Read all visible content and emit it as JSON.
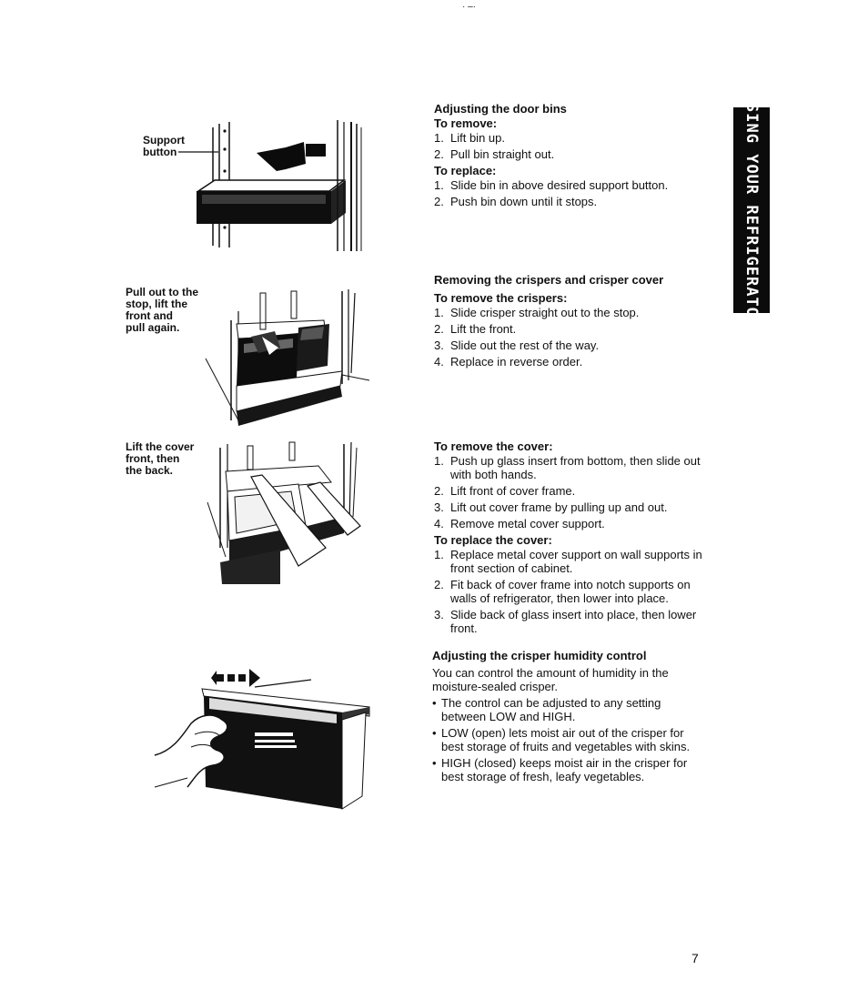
{
  "top_mark": "· –·",
  "side_tab": "USING YOUR REFRIGERATOR",
  "page_number": "7",
  "illustrations": {
    "door_bin": {
      "caption_line1": "Support",
      "caption_line2": "button"
    },
    "crispers": {
      "caption": [
        "Pull out to the",
        "stop, lift the",
        "front and",
        "pull again."
      ]
    },
    "cover": {
      "caption": [
        "Lift the cover",
        "front, then",
        "the back."
      ]
    },
    "humidity_control": {}
  },
  "sections": {
    "door_bins": {
      "title": "Adjusting the door bins",
      "remove_heading": "To remove:",
      "remove_steps": [
        {
          "num": "1.",
          "text": "Lift bin up."
        },
        {
          "num": "2.",
          "text": "Pull bin straight out."
        }
      ],
      "replace_heading": "To replace:",
      "replace_steps": [
        {
          "num": "1.",
          "text": "Slide bin in above desired support button."
        },
        {
          "num": "2.",
          "text": "Push bin down until it stops."
        }
      ]
    },
    "crispers": {
      "title": "Removing the crispers and crisper cover",
      "remove_heading": "To remove the crispers:",
      "remove_steps": [
        {
          "num": "1.",
          "text": "Slide crisper straight out to the stop."
        },
        {
          "num": "2.",
          "text": "Lift the front."
        },
        {
          "num": "3.",
          "text": "Slide out the rest of the way."
        },
        {
          "num": "4.",
          "text": "Replace in reverse order."
        }
      ]
    },
    "cover": {
      "remove_heading": "To remove the cover:",
      "remove_steps": [
        {
          "num": "1.",
          "text": "Push up glass insert from bottom, then slide out with both hands."
        },
        {
          "num": "2.",
          "text": "Lift front of cover frame."
        },
        {
          "num": "3.",
          "text": "Lift out cover frame by pulling up and out."
        },
        {
          "num": "4.",
          "text": "Remove metal cover support."
        }
      ],
      "replace_heading": "To replace the cover:",
      "replace_steps": [
        {
          "num": "1.",
          "text": "Replace metal cover support on wall supports in front section of cabinet."
        },
        {
          "num": "2.",
          "text": "Fit back of cover frame into notch supports on walls of refrigerator, then lower into place."
        },
        {
          "num": "3.",
          "text": "Slide back of glass insert into place, then lower front."
        }
      ]
    },
    "humidity": {
      "title": "Adjusting the crisper humidity control",
      "intro": "You can control the amount of humidity in the moisture-sealed crisper.",
      "bullets": [
        "The control can be adjusted to any setting between LOW and HIGH.",
        "LOW (open) lets moist air out of the crisper for best storage of fruits and vegetables with skins.",
        "HIGH (closed) keeps moist air in the crisper for best storage of fresh, leafy vegetables."
      ]
    }
  }
}
